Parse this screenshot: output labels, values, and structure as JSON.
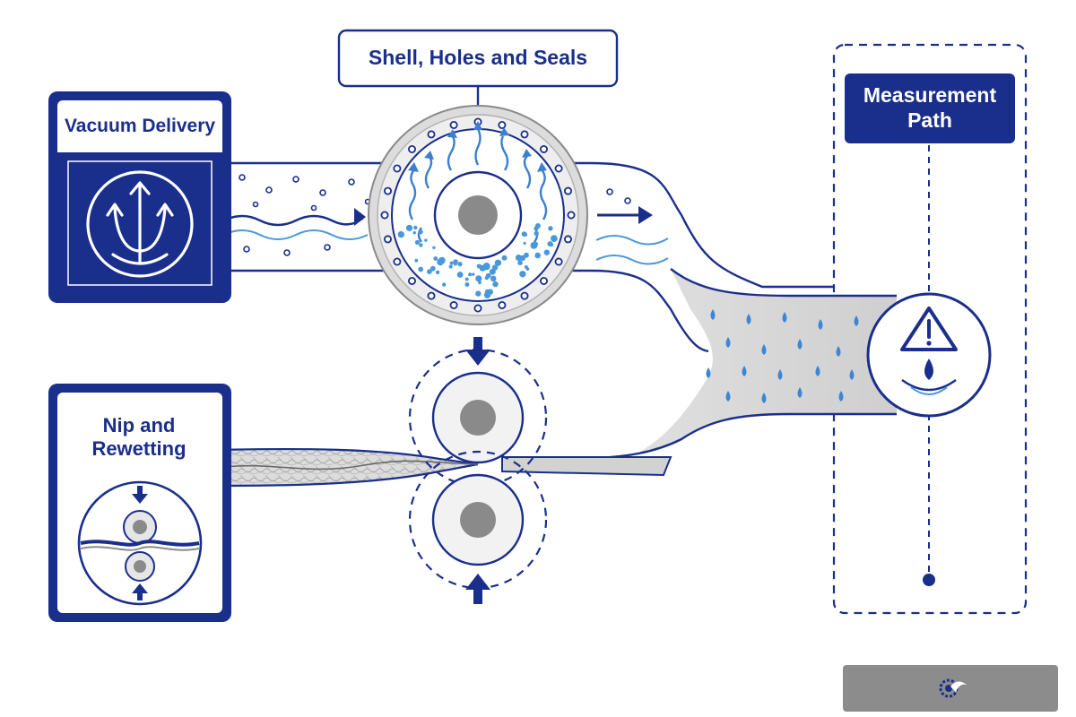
{
  "labels": {
    "shell_holes_seals": "Shell, Holes and Seals",
    "vacuum_delivery": "Vacuum Delivery",
    "nip_and_rewetting": "Nip and\nRewetting",
    "measurement_path": "Measurement\nPath"
  },
  "colors": {
    "navy": "#1a2f8c",
    "accent_blue": "#3b7fd0",
    "light_blue": "#4a98dc",
    "water_drop": "#3c86d6",
    "gray_fill": "#d6d6d6",
    "roll_gray": "#8a8a8a",
    "footer_gray": "#8c8c8c"
  },
  "icons": {
    "vacuum": "upward-branching-arrows-icon",
    "measurement": "warning-triangle-with-water-drop-icon",
    "footer": "gear-wave-logo-icon"
  }
}
